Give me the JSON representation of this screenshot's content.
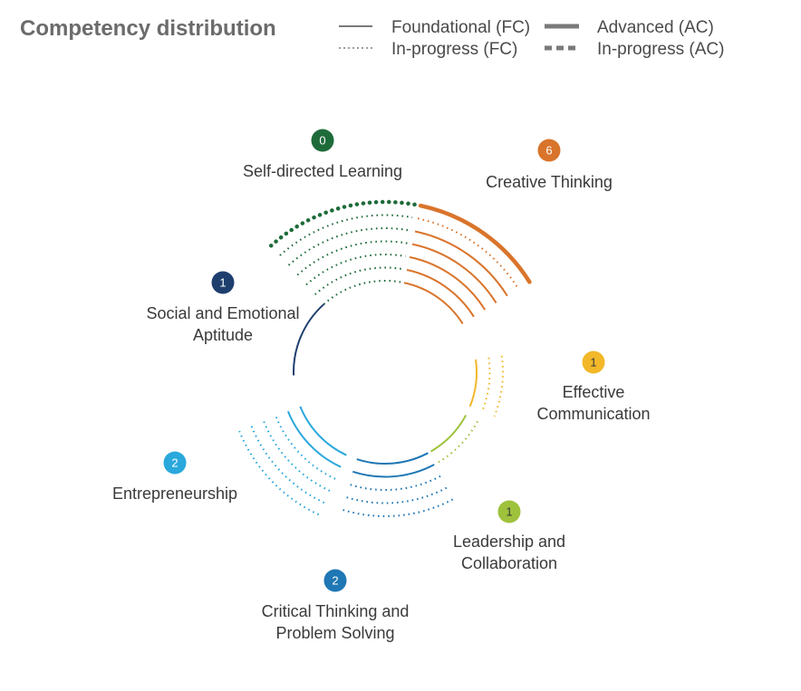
{
  "chart_data": {
    "type": "radial-arc",
    "title": "Competency distribution",
    "legend": [
      {
        "label": "Foundational (FC)",
        "style": "solid-thin"
      },
      {
        "label": "In-progress (FC)",
        "style": "dotted-thin"
      },
      {
        "label": "Advanced (AC)",
        "style": "solid-thick"
      },
      {
        "label": "In-progress (AC)",
        "style": "dashed-thick"
      }
    ],
    "categories": [
      {
        "name": "Self-directed Learning",
        "label_lines": [
          "Self-directed Learning"
        ],
        "count": 0,
        "color": "#1e6b3a",
        "foundational": 0,
        "in_progress_fc": 6,
        "advanced": 0,
        "in_progress_ac": 1
      },
      {
        "name": "Creative Thinking",
        "label_lines": [
          "Creative Thinking"
        ],
        "count": 6,
        "color": "#d9742b",
        "foundational": 5,
        "in_progress_fc": 1,
        "advanced": 1,
        "in_progress_ac": 0
      },
      {
        "name": "Effective Communication",
        "label_lines": [
          "Effective",
          "Communication"
        ],
        "count": 1,
        "color": "#f2b82a",
        "foundational": 1,
        "in_progress_fc": 2,
        "advanced": 0,
        "in_progress_ac": 0
      },
      {
        "name": "Leadership and Collaboration",
        "label_lines": [
          "Leadership and",
          "Collaboration"
        ],
        "count": 1,
        "color": "#9ec23c",
        "foundational": 1,
        "in_progress_fc": 1,
        "advanced": 0,
        "in_progress_ac": 0
      },
      {
        "name": "Critical Thinking and Problem Solving",
        "label_lines": [
          "Critical Thinking and",
          "Problem Solving"
        ],
        "count": 2,
        "color": "#1f77b4",
        "foundational": 2,
        "in_progress_fc": 3,
        "advanced": 0,
        "in_progress_ac": 0
      },
      {
        "name": "Entrepreneurship",
        "label_lines": [
          "Entrepreneurship"
        ],
        "count": 2,
        "color": "#2aa8dc",
        "foundational": 2,
        "in_progress_fc": 4,
        "advanced": 0,
        "in_progress_ac": 0
      },
      {
        "name": "Social and Emotional Aptitude",
        "label_lines": [
          "Social and Emotional",
          "Aptitude"
        ],
        "count": 1,
        "color": "#1e3f6e",
        "foundational": 1,
        "in_progress_fc": 0,
        "advanced": 0,
        "in_progress_ac": 0
      }
    ]
  }
}
